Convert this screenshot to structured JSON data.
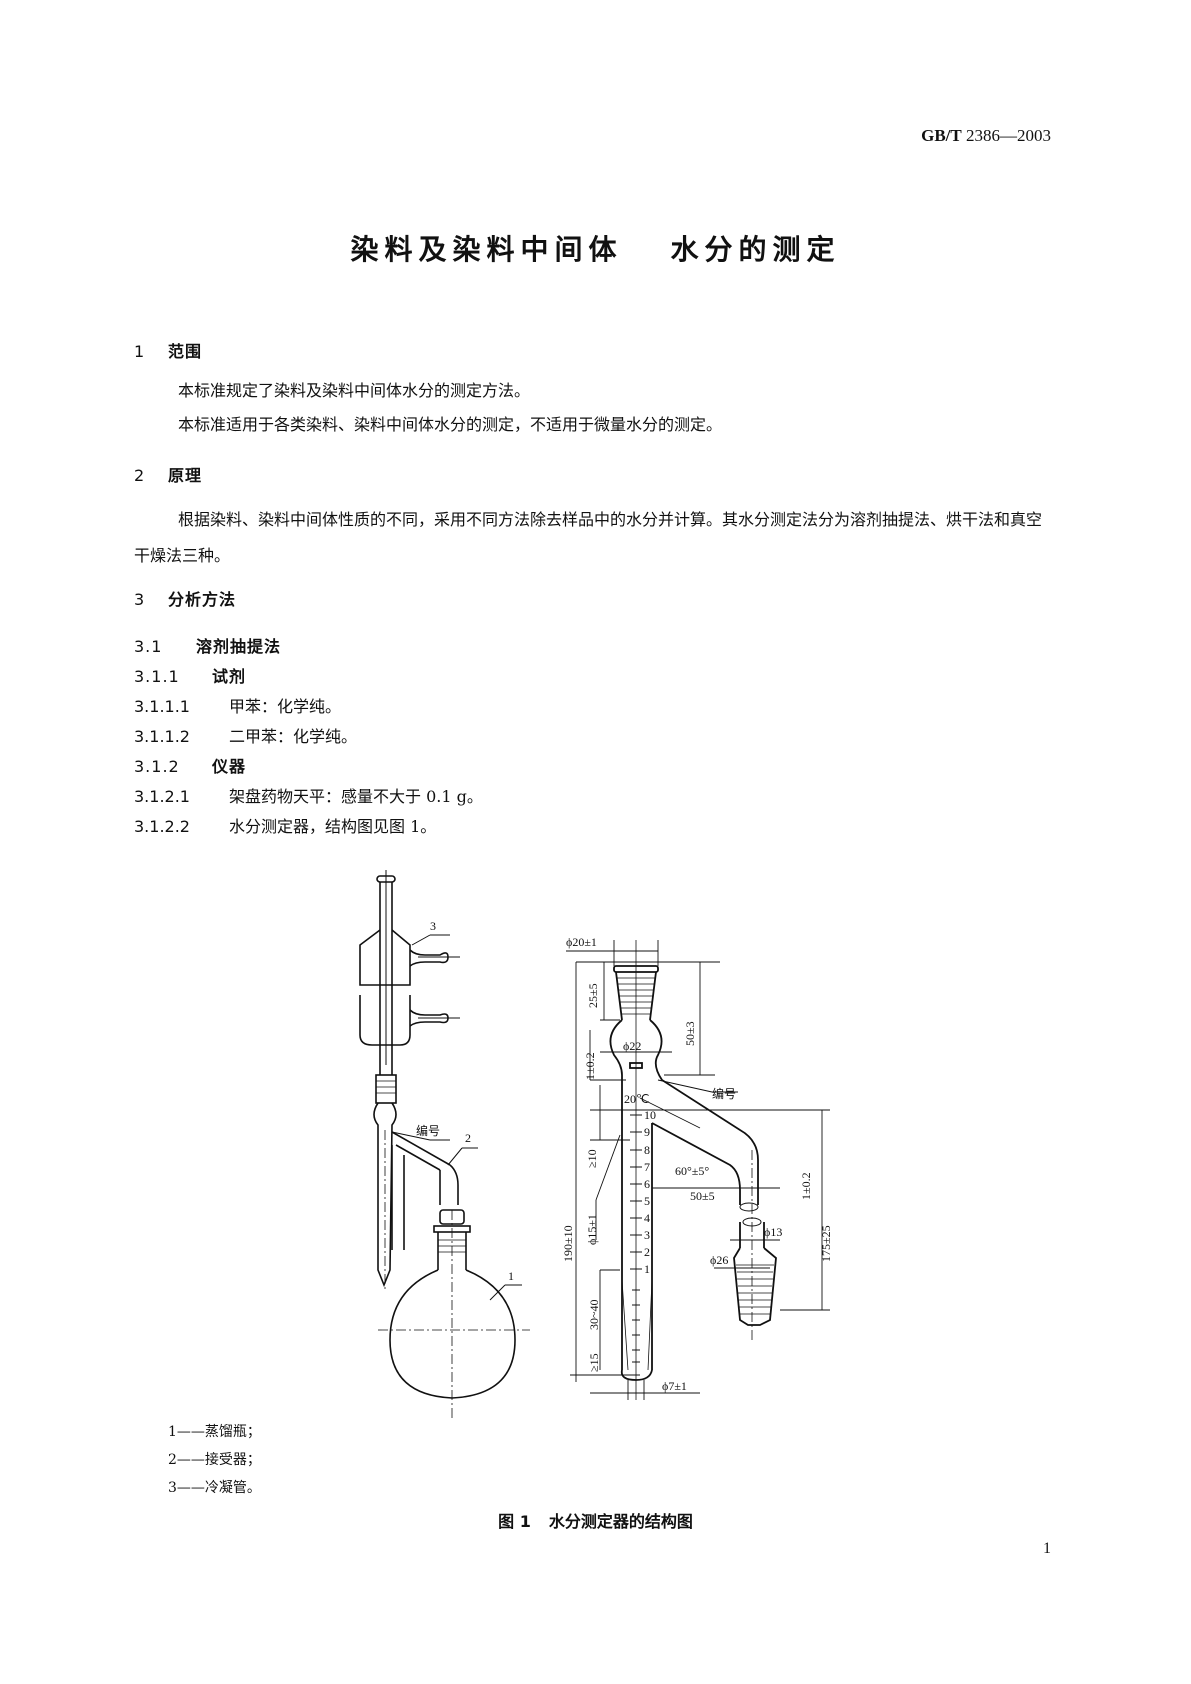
{
  "header": {
    "standard_prefix": "GB/T",
    "standard_number": "2386—2003"
  },
  "title": {
    "part1": "染料及染料中间体",
    "part2": "水分的测定"
  },
  "sections": [
    {
      "number": "1",
      "heading": "范围",
      "paragraphs": [
        "本标准规定了染料及染料中间体水分的测定方法。",
        "本标准适用于各类染料、染料中间体水分的测定，不适用于微量水分的测定。"
      ]
    },
    {
      "number": "2",
      "heading": "原理",
      "paragraphs": [
        "根据染料、染料中间体性质的不同，采用不同方法除去样品中的水分并计算。其水分测定法分为溶剂抽提法、烘干法和真空干燥法三种。"
      ]
    },
    {
      "number": "3",
      "heading": "分析方法"
    }
  ],
  "subsections": [
    {
      "number": "3.1",
      "heading": "溶剂抽提法",
      "bold": true
    },
    {
      "number": "3.1.1",
      "heading": "试剂",
      "bold": true
    },
    {
      "number": "3.1.1.1",
      "heading": "甲苯：化学纯。",
      "bold": false
    },
    {
      "number": "3.1.1.2",
      "heading": "二甲苯：化学纯。",
      "bold": false
    },
    {
      "number": "3.1.2",
      "heading": "仪器",
      "bold": true
    },
    {
      "number": "3.1.2.1",
      "heading": "架盘药物天平：感量不大于 0.1 g。",
      "bold": false
    },
    {
      "number": "3.1.2.2",
      "heading": "水分测定器，结构图见图 1。",
      "bold": false
    }
  ],
  "figure": {
    "callouts": {
      "c1": "1",
      "c2": "2",
      "c3": "3",
      "serial_left": "编号",
      "serial_right": "编号"
    },
    "dimensions": {
      "d_top": "ϕ20±1",
      "h_25": "25±5",
      "h_50": "50±3",
      "d_bulb": "ϕ22",
      "h_1a": "1±0.2",
      "temp": "20℃",
      "h_10": "≥10",
      "angle": "60°±5°",
      "w_50": "50±5",
      "h_1b": "1±0.2",
      "d_15": "ϕ15±1",
      "h_190": "190±10",
      "h_175": "175±25",
      "d_26": "ϕ26",
      "d_13": "ϕ13",
      "h_30": "30~40",
      "h_15": "≥15",
      "d_7": "ϕ7±1"
    },
    "scale_marks": [
      "10",
      "9",
      "8",
      "7",
      "6",
      "5",
      "4",
      "3",
      "2",
      "1"
    ],
    "legend": [
      "1——蒸馏瓶；",
      "2——接受器；",
      "3——冷凝管。"
    ],
    "caption_number": "图 1",
    "caption_text": "水分测定器的结构图"
  },
  "page_number": "1"
}
